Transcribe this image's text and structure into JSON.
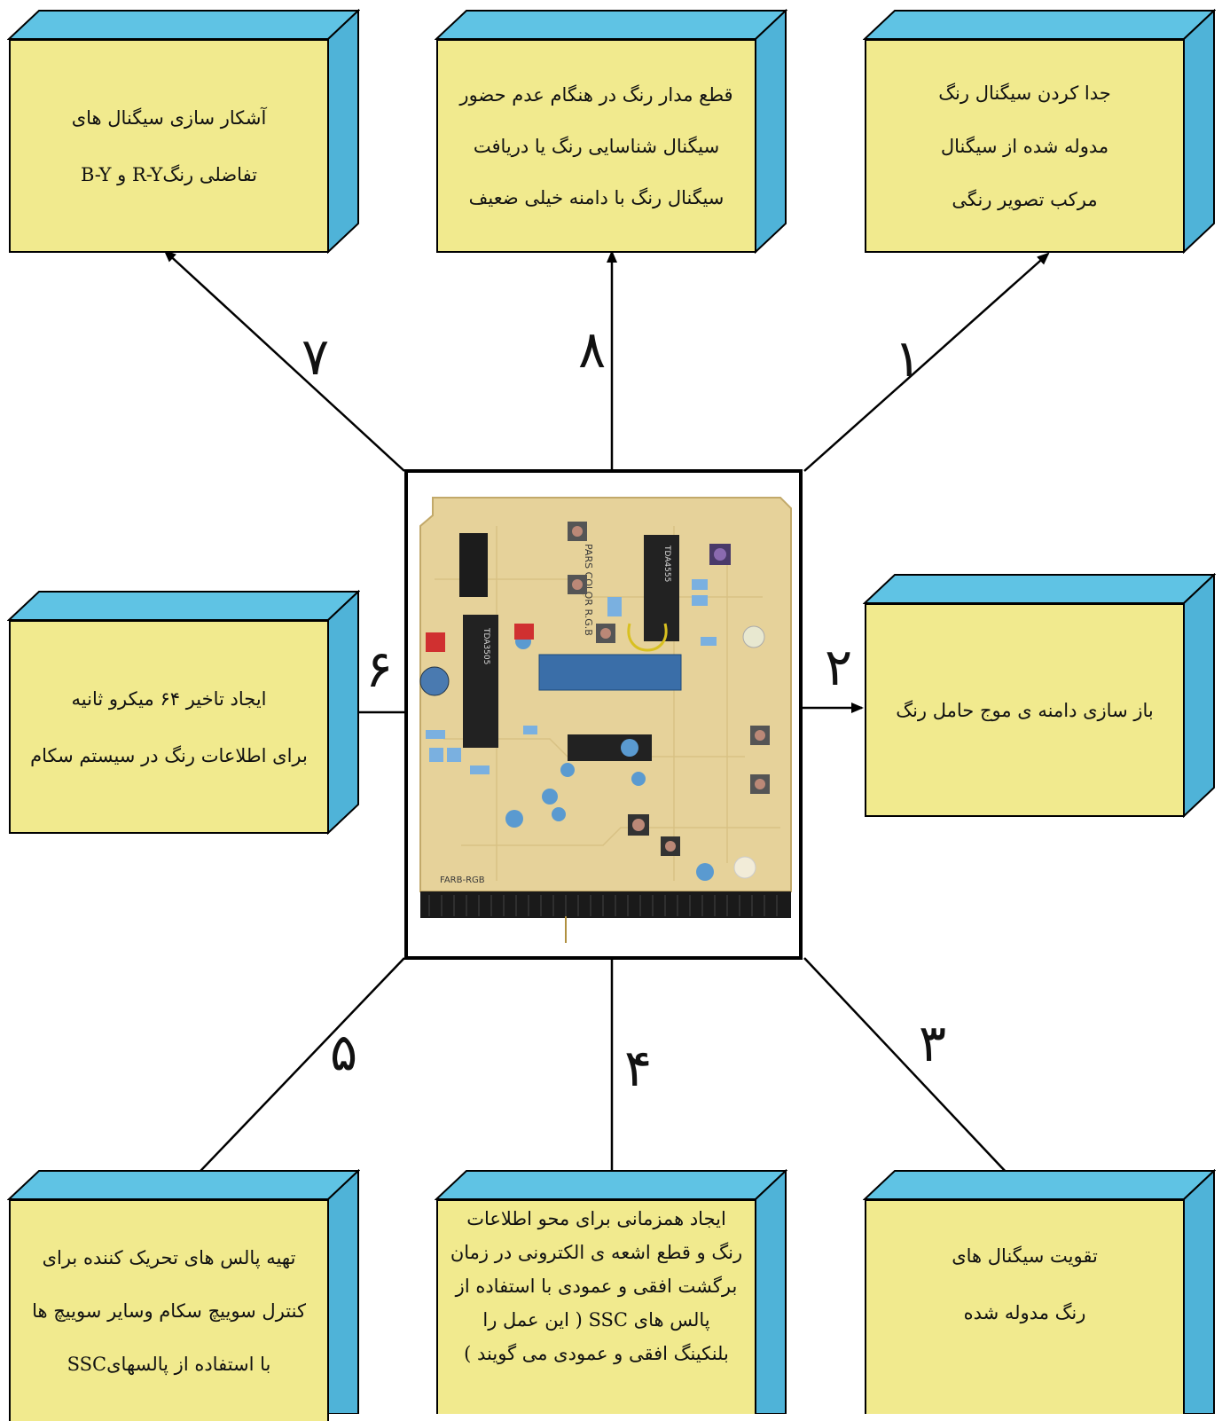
{
  "boxes": {
    "b1": [
      "جدا کردن سیگنال رنگ",
      "مدوله شده از سیگنال",
      "مرکب تصویر رنگی"
    ],
    "b2": [
      "باز سازی دامنه ی موج حامل رنگ"
    ],
    "b3": [
      "تقویت سیگنال های",
      "رنگ مدوله شده"
    ],
    "b4": [
      "ایجاد همزمانی برای محو اطلاعات",
      "رنگ و قطع اشعه ی الکترونی در زمان",
      "برگشت  افقی و عمودی با استفاده از",
      "پالس های SSC  ( این عمل را",
      "بلنکینگ افقی و عمودی می گویند )"
    ],
    "b5": [
      "تهیه پالس های تحریک کننده برای",
      "کنترل سوییچ سکام وسایر سوییچ ها",
      "با استفاده از پالسهایSSC"
    ],
    "b6": [
      "ایجاد تاخیر ۶۴ میکرو ثانیه",
      "برای اطلاعات رنگ در سیستم سکام"
    ],
    "b7": [
      "آشکار سازی سیگنال های",
      "تفاضلی رنگR-Y و B-Y"
    ],
    "b8": [
      "قطع مدار رنگ در هنگام عدم حضور",
      "سیگنال شناسایی رنگ یا دریافت",
      "سیگنال رنگ با دامنه خیلی ضعیف"
    ]
  },
  "numbers": {
    "n1": "۱",
    "n2": "۲",
    "n3": "۳",
    "n4": "۴",
    "n5": "۵",
    "n6": "۶",
    "n7": "۷",
    "n8": "۸"
  },
  "pcb": {
    "label_brand": "PARS COLOR R.G.B",
    "label_board": "FARB-RGB",
    "ic1": "TDA3505",
    "ic2": "TDA4555"
  },
  "colors": {
    "box_face": "#f1ea8e",
    "box_side": "#5fc3e4",
    "pcb_board": "#e6d29a"
  }
}
